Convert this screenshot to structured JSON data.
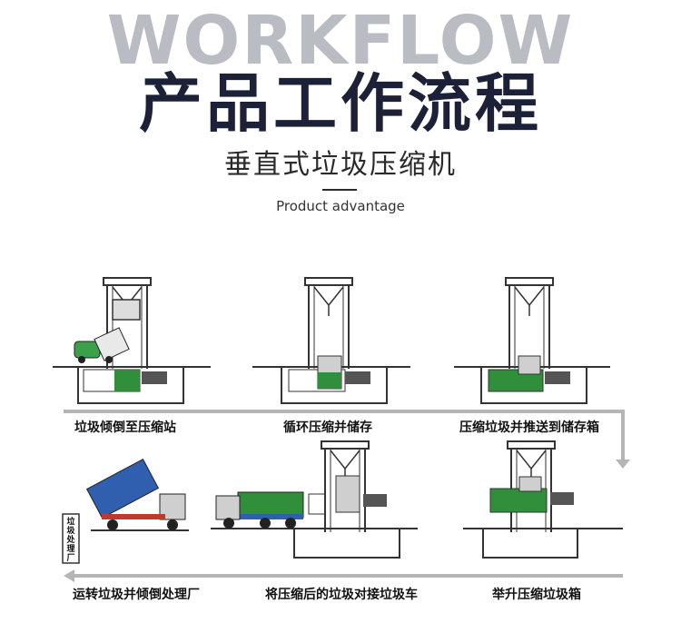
{
  "header": {
    "watermark": "WORKFLOW",
    "title": "产品工作流程",
    "subtitle": "垂直式垃圾压缩机",
    "tagline": "Product advantage"
  },
  "steps": [
    {
      "label": "垃圾倾倒至压缩站"
    },
    {
      "label": "循环压缩并储存"
    },
    {
      "label": "压缩垃圾并推送到储存箱"
    },
    {
      "label": "运转垃圾并倾倒处理厂"
    },
    {
      "label": "将压缩后的垃圾对接垃圾车"
    },
    {
      "label": "举升压缩垃圾箱"
    }
  ],
  "plant_sign": "垃圾处理厂",
  "colors": {
    "frame": "#3a3a3a",
    "compactor_green": "#2f8f3a",
    "truck_blue": "#2f5fae",
    "arrow_gray": "#b5b5b5"
  }
}
